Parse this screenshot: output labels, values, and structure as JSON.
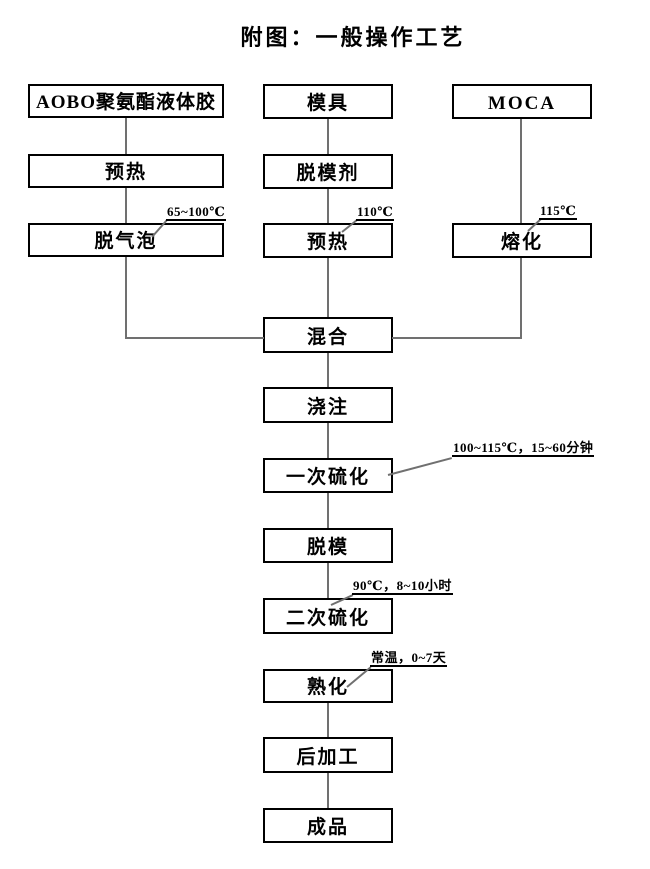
{
  "title": "附图：一般操作工艺",
  "colors": {
    "background": "#ffffff",
    "box_border": "#000000",
    "text": "#000000",
    "connector": "#707070"
  },
  "diagram": {
    "type": "flowchart",
    "nodes": [
      {
        "id": "aobo",
        "label": "AOBO聚氨酯液体胶"
      },
      {
        "id": "preheat1",
        "label": "预热"
      },
      {
        "id": "degas",
        "label": "脱气泡"
      },
      {
        "id": "mold",
        "label": "模具"
      },
      {
        "id": "release_agent",
        "label": "脱模剂"
      },
      {
        "id": "preheat2",
        "label": "预热"
      },
      {
        "id": "moca",
        "label": "MOCA"
      },
      {
        "id": "melt",
        "label": "熔化"
      },
      {
        "id": "mix",
        "label": "混合"
      },
      {
        "id": "pour",
        "label": "浇注"
      },
      {
        "id": "cure1",
        "label": "一次硫化"
      },
      {
        "id": "demold",
        "label": "脱模"
      },
      {
        "id": "cure2",
        "label": "二次硫化"
      },
      {
        "id": "mature",
        "label": "熟化"
      },
      {
        "id": "post_process",
        "label": "后加工"
      },
      {
        "id": "product",
        "label": "成品"
      }
    ],
    "annotations": [
      {
        "text": "65~100℃",
        "target": "degas"
      },
      {
        "text": "110℃",
        "target": "preheat2"
      },
      {
        "text": "115℃",
        "target": "melt"
      },
      {
        "text": "100~115℃，15~60分钟",
        "target": "cure1"
      },
      {
        "text": "90℃，8~10小时",
        "target": "cure2"
      },
      {
        "text": "常温，0~7天",
        "target": "mature"
      }
    ],
    "edges": [
      {
        "from": "aobo",
        "to": "preheat1",
        "line_visible": true
      },
      {
        "from": "preheat1",
        "to": "degas",
        "line_visible": true
      },
      {
        "from": "degas",
        "to": "mix",
        "line_visible": true
      },
      {
        "from": "mold",
        "to": "release_agent",
        "line_visible": true
      },
      {
        "from": "release_agent",
        "to": "preheat2",
        "line_visible": true
      },
      {
        "from": "preheat2",
        "to": "mix",
        "line_visible": true
      },
      {
        "from": "moca",
        "to": "melt",
        "line_visible": true
      },
      {
        "from": "melt",
        "to": "mix",
        "line_visible": true
      },
      {
        "from": "mix",
        "to": "pour",
        "line_visible": true
      },
      {
        "from": "pour",
        "to": "cure1",
        "line_visible": true
      },
      {
        "from": "cure1",
        "to": "demold",
        "line_visible": true
      },
      {
        "from": "demold",
        "to": "cure2",
        "line_visible": true
      },
      {
        "from": "cure2",
        "to": "mature",
        "line_visible": false
      },
      {
        "from": "mature",
        "to": "post_process",
        "line_visible": true
      },
      {
        "from": "post_process",
        "to": "product",
        "line_visible": true
      }
    ]
  }
}
